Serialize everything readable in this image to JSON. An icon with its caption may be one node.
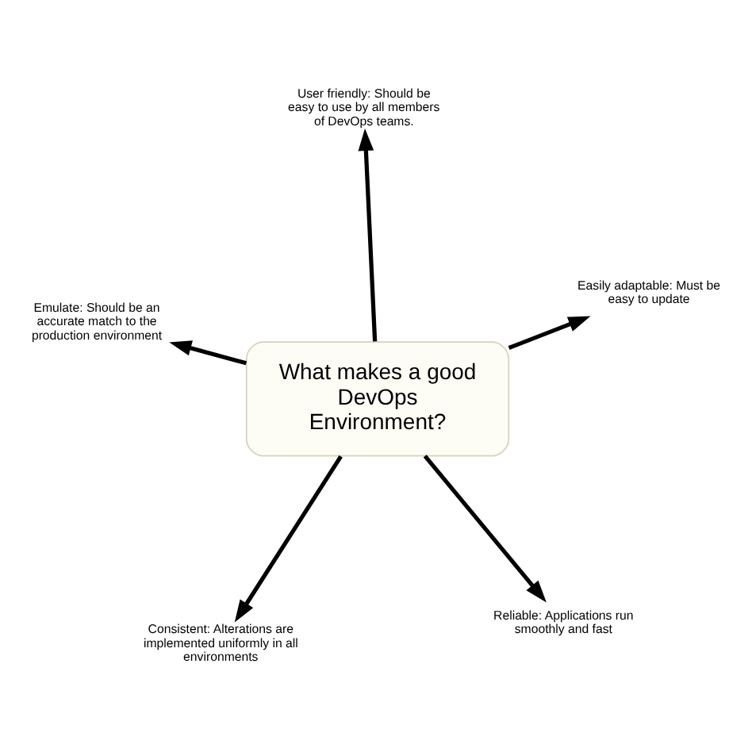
{
  "diagram": {
    "nodes": [
      {
        "text": [
          "What makes a good DevOps Environment?"
        ]
      },
      {
        "text": [
          "Reliable: Applications run smoothly and fast"
        ]
      },
      {
        "text": [
          "Consistent: Alterations are implemented uniformly in all environments"
        ]
      },
      {
        "text": [
          "Emulate: Should be an accurate match to the production environment"
        ]
      },
      {
        "text": [
          "Easily adaptable: Must be easy to update"
        ]
      },
      {
        "text": [
          "User friendly: Should be easy to use by all members of DevOps teams."
        ]
      }
    ],
    "edges": [
      {
        "from": 0,
        "to": 1,
        "arrow": "to"
      },
      {
        "from": 0,
        "to": 2,
        "arrow": "to"
      },
      {
        "from": 0,
        "to": 3,
        "arrow": "to"
      },
      {
        "from": 0,
        "to": 4,
        "arrow": "to"
      },
      {
        "from": 0,
        "to": 5,
        "arrow": "to"
      }
    ]
  }
}
